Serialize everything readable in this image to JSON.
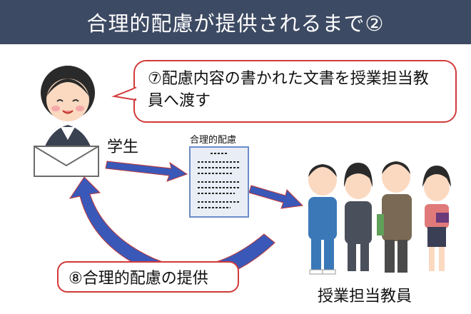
{
  "title": "合理的配慮が提供されるまで②",
  "callout_text": "⑦配慮内容の書かれた文書を授業担当教員へ渡す",
  "student_label": "学生",
  "document_title": "合理的配慮",
  "bottom_callout_text": "⑧合理的配慮の提供",
  "teachers_label": "授業担当教員",
  "colors": {
    "title_bar": "#3d4a63",
    "callout_border": "#d23a3a",
    "arrow": "#3a58b8",
    "document_border": "#6b8cc9"
  }
}
